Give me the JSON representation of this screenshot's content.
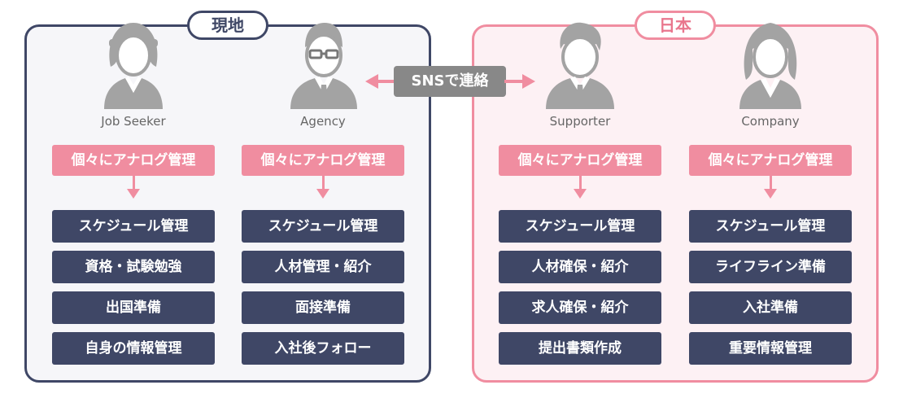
{
  "groups": {
    "local": {
      "label": "現地"
    },
    "japan": {
      "label": "日本"
    }
  },
  "sns_label": "SNSで連絡",
  "columns": [
    {
      "role": "Job Seeker",
      "avatar_icon": "female-job-seeker-icon",
      "analog": "個々にアナログ管理",
      "tasks": [
        "スケジュール管理",
        "資格・試験勉強",
        "出国準備",
        "自身の情報管理"
      ]
    },
    {
      "role": "Agency",
      "avatar_icon": "male-agency-with-glasses-icon",
      "analog": "個々にアナログ管理",
      "tasks": [
        "スケジュール管理",
        "人材管理・紹介",
        "面接準備",
        "入社後フォロー"
      ]
    },
    {
      "role": "Supporter",
      "avatar_icon": "male-supporter-icon",
      "analog": "個々にアナログ管理",
      "tasks": [
        "スケジュール管理",
        "人材確保・紹介",
        "求人確保・紹介",
        "提出書類作成"
      ]
    },
    {
      "role": "Company",
      "avatar_icon": "female-company-icon",
      "analog": "個々にアナログ管理",
      "tasks": [
        "スケジュール管理",
        "ライフライン準備",
        "入社準備",
        "重要情報管理"
      ]
    }
  ],
  "colors": {
    "navy": "#3f4766",
    "pink": "#f08da0",
    "gray_icon": "#a3a3a3",
    "sns_bg": "#888888"
  }
}
